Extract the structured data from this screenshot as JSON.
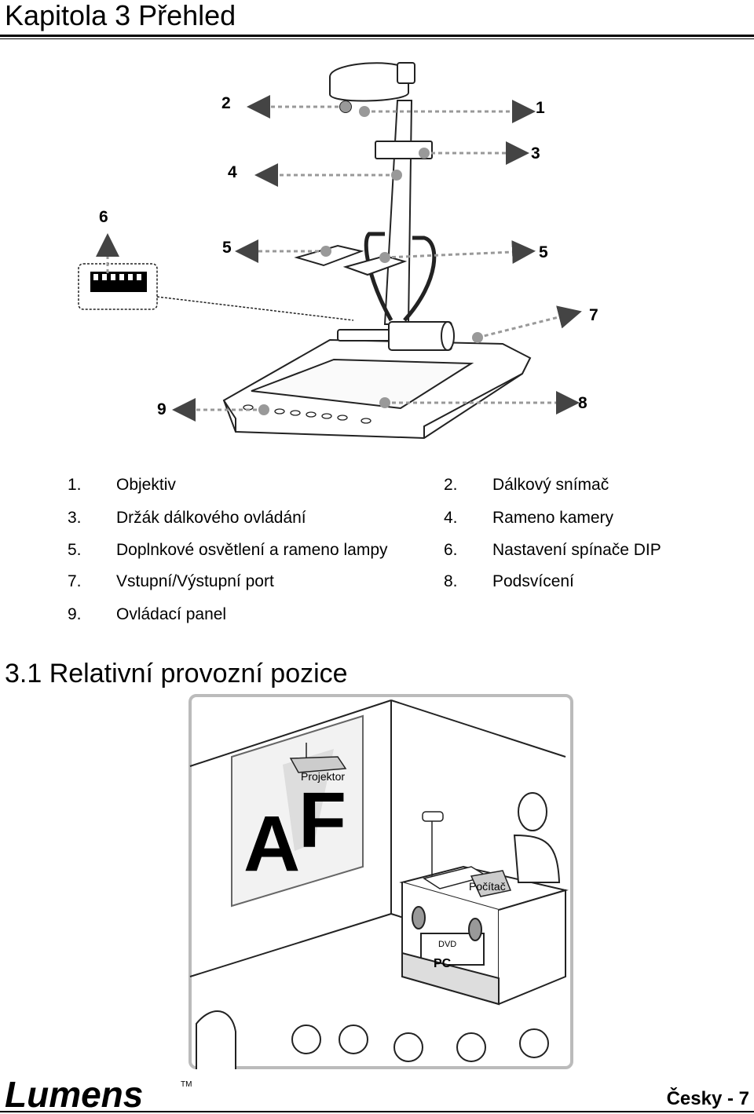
{
  "header": {
    "title": "Kapitola 3 Přehled"
  },
  "figure1": {
    "callouts": [
      "1",
      "2",
      "3",
      "4",
      "5",
      "5",
      "6",
      "7",
      "8",
      "9"
    ]
  },
  "legend": [
    {
      "num": "1.",
      "text": "Objektiv"
    },
    {
      "num": "2.",
      "text": "Dálkový snímač"
    },
    {
      "num": "3.",
      "text": "Držák dálkového ovládání"
    },
    {
      "num": "4.",
      "text": "Rameno kamery"
    },
    {
      "num": "5.",
      "text": "Doplnkové osvětlení a rameno lampy"
    },
    {
      "num": "6.",
      "text": "Nastavení spínače DIP"
    },
    {
      "num": "7.",
      "text": "Vstupní/Výstupní port"
    },
    {
      "num": "8.",
      "text": "Podsvícení"
    },
    {
      "num": "9.",
      "text": "Ovládací panel"
    }
  ],
  "section": {
    "title": "3.1 Relativní provozní pozice"
  },
  "figure2": {
    "projector_label": "Projektor",
    "computer_label": "Počítač",
    "dvd_label": "DVD",
    "pc_label": "PC",
    "screen_letters": [
      "A",
      "F"
    ]
  },
  "footer": {
    "logo_text": "Lumens",
    "logo_tm": "TM",
    "page_label": "Česky - 7"
  }
}
